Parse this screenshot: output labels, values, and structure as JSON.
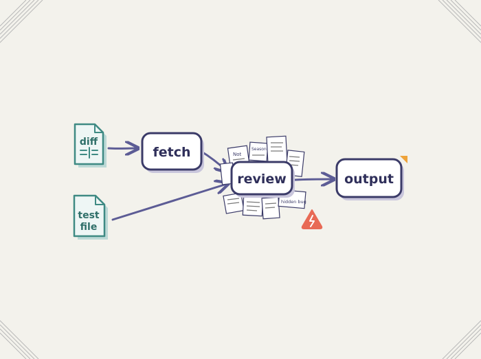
{
  "diagram": {
    "inputs": {
      "diff": "diff",
      "test_line1": "test",
      "test_line2": "file"
    },
    "nodes": {
      "fetch": "fetch",
      "review": "review",
      "output": "output"
    },
    "scribbles": {
      "note_a": "Not",
      "note_b": "Season",
      "note_c": "hidden bug"
    },
    "colors": {
      "node_stroke": "#3b3b68",
      "arrow": "#5c5c95",
      "file_teal": "#3e8a83",
      "file_fill": "#eef6f5",
      "file_shadow": "#bcd9d6",
      "warning": "#e86a55",
      "accent": "#eea33a"
    },
    "icons": [
      "diff-file-icon",
      "test-file-icon",
      "warning-icon",
      "accent-corner-icon"
    ]
  }
}
